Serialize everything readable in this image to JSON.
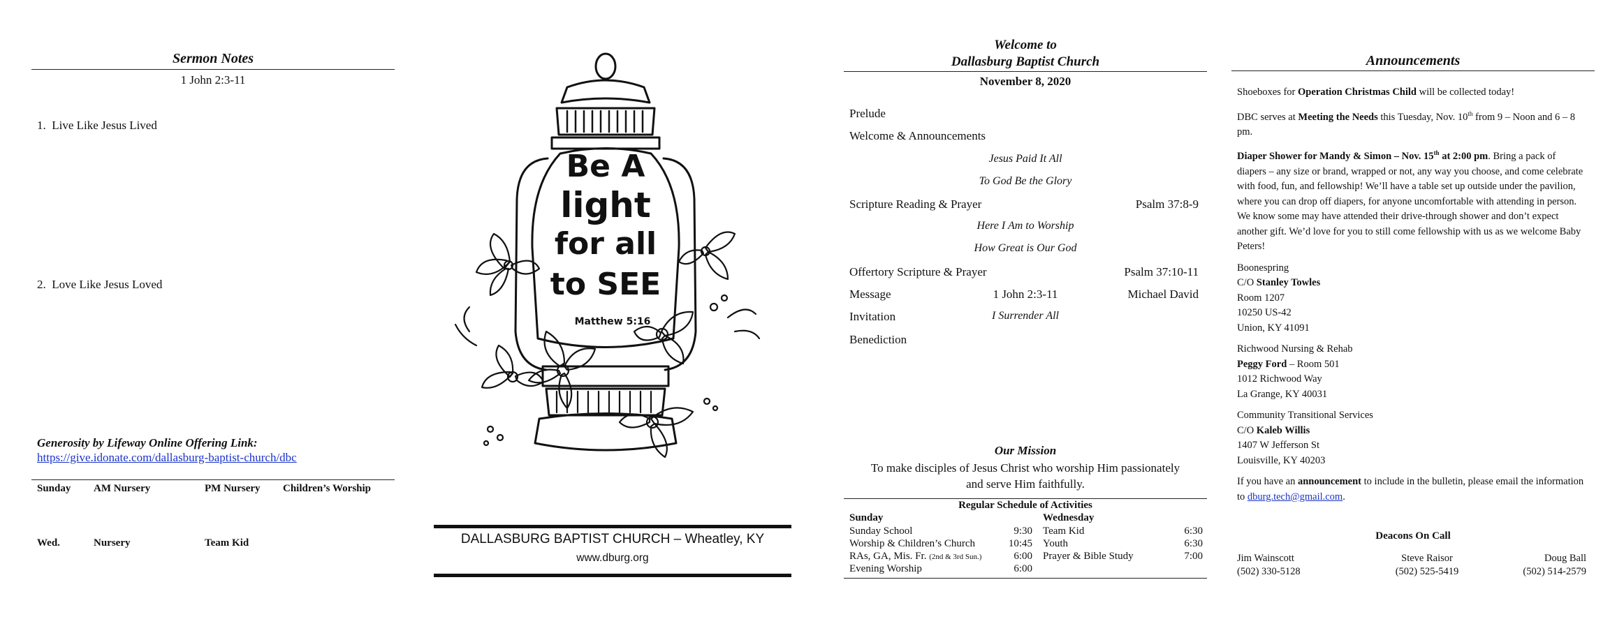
{
  "sermon_notes": {
    "title": "Sermon Notes",
    "scripture": "1 John 2:3-11",
    "points": [
      "1.  Live Like Jesus Lived",
      "2.  Love Like Jesus Loved"
    ],
    "giving_label": "Generosity by Lifeway Online Offering Link:",
    "giving_link": "https://give.idonate.com/dallasburg-baptist-church/dbc",
    "nursery": {
      "row1": [
        "Sunday",
        "AM Nursery",
        "PM Nursery",
        "Children’s Worship"
      ],
      "row2": [
        "Wed.",
        "Nursery",
        "Team Kid"
      ]
    }
  },
  "cover": {
    "art_text": [
      "Be A",
      "light",
      "for all",
      "to SEE"
    ],
    "art_reference": "Matthew 5:16",
    "church_line": "DALLASBURG BAPTIST CHURCH – Wheatley, KY",
    "website": "www.dburg.org"
  },
  "order_of_worship": {
    "welcome_line1": "Welcome to",
    "welcome_line2": "Dallasburg Baptist Church",
    "date": "November 8, 2020",
    "prelude": "Prelude",
    "welcome_announcements": "Welcome & Announcements",
    "song1": "Jesus Paid It All",
    "song2": "To God Be the Glory",
    "scripture_prayer": "Scripture Reading & Prayer",
    "scripture_ref": "Psalm 37:8-9",
    "song3": "Here I Am to Worship",
    "song4": "How Great is Our God",
    "offertory": "Offertory Scripture & Prayer",
    "offertory_ref": "Psalm 37:10-11",
    "message": "Message",
    "message_ref": "1 John 2:3-11",
    "message_speaker": "Michael David",
    "invitation": "Invitation",
    "invitation_song": "I Surrender All",
    "benediction": "Benediction"
  },
  "mission": {
    "title": "Our Mission",
    "line1": "To make disciples of Jesus Christ who worship Him passionately",
    "line2": "and serve Him faithfully."
  },
  "schedule": {
    "title": "Regular Schedule of Activities",
    "sunday_header": "Sunday",
    "wednesday_header": "Wednesday",
    "sunday": [
      {
        "name": "Sunday School",
        "time": "9:30"
      },
      {
        "name": "Worship & Children’s Church",
        "time": "10:45"
      },
      {
        "name": "RAs, GA, Mis. Fr.",
        "note": "(2nd & 3rd Sun.)",
        "time": "6:00"
      },
      {
        "name": "Evening Worship",
        "time": "6:00"
      }
    ],
    "wednesday": [
      {
        "name": "Team Kid",
        "time": "6:30"
      },
      {
        "name": "Youth",
        "time": "6:30"
      },
      {
        "name": "Prayer & Bible Study",
        "time": "7:00"
      }
    ]
  },
  "announcements": {
    "title": "Announcements",
    "occ_1": "Shoeboxes for ",
    "occ_bold": "Operation Christmas Child",
    "occ_2": " will be collected today!",
    "mtn_1": "DBC serves at ",
    "mtn_bold": "Meeting the Needs",
    "mtn_2": " this Tuesday, Nov. 10",
    "mtn_sup": "th",
    "mtn_3": " from 9 – Noon and 6 – 8 pm.",
    "shower_bold1": "Diaper Shower for Mandy & Simon – Nov. 15",
    "shower_sup": "th",
    "shower_bold2": " at 2:00 pm",
    "shower_text": ".  Bring a pack of diapers – any size or brand, wrapped or not, any way you choose, and come celebrate with food, fun, and fellowship!  We’ll have a table set up outside under the pavilion, where you can drop off diapers, for anyone uncomfortable with attending in person.  We know some may have attended their drive-through shower and don’t expect another gift.  We’d love for you to still come fellowship with us as we welcome Baby Peters!",
    "addr1": {
      "line1": "Boonespring",
      "co": "C/O ",
      "name": "Stanley Towles",
      "line3": "Room 1207",
      "line4": "10250 US-42",
      "line5": "Union, KY  41091"
    },
    "addr2": {
      "line1": "Richwood Nursing & Rehab",
      "name": "Peggy Ford",
      "room": " – Room 501",
      "line3": "1012 Richwood Way",
      "line4": "La Grange, KY  40031"
    },
    "addr3": {
      "line1": "Community Transitional  Services",
      "co": "C/O ",
      "name": "Kaleb Willis",
      "line3": "1407 W Jefferson St",
      "line4": "Louisville,  KY  40203"
    },
    "email_1": "If you have an ",
    "email_bold": "announcement",
    "email_2": " to include in the bulletin, please email the information to ",
    "email_link": "dburg.tech@gmail.com",
    "email_3": "."
  },
  "deacons": {
    "title": "Deacons On Call",
    "list": [
      {
        "name": "Jim Wainscott",
        "phone": "(502) 330-5128"
      },
      {
        "name": "Steve Raisor",
        "phone": "(502) 525-5419"
      },
      {
        "name": "Doug Ball",
        "phone": "(502) 514-2579"
      }
    ]
  }
}
